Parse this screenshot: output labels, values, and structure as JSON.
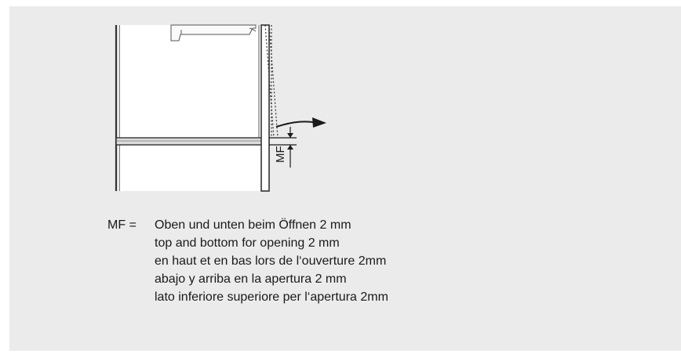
{
  "diagram": {
    "measurement_label": "MF"
  },
  "legend": {
    "key": "MF =",
    "lines": [
      "Oben und unten beim Öffnen 2 mm",
      "top and bottom for opening 2 mm",
      "en haut et en bas lors de l‘ouverture 2mm",
      "abajo y arriba en la apertura 2 mm",
      "lato inferiore superiore per l‘apertura 2mm"
    ]
  }
}
